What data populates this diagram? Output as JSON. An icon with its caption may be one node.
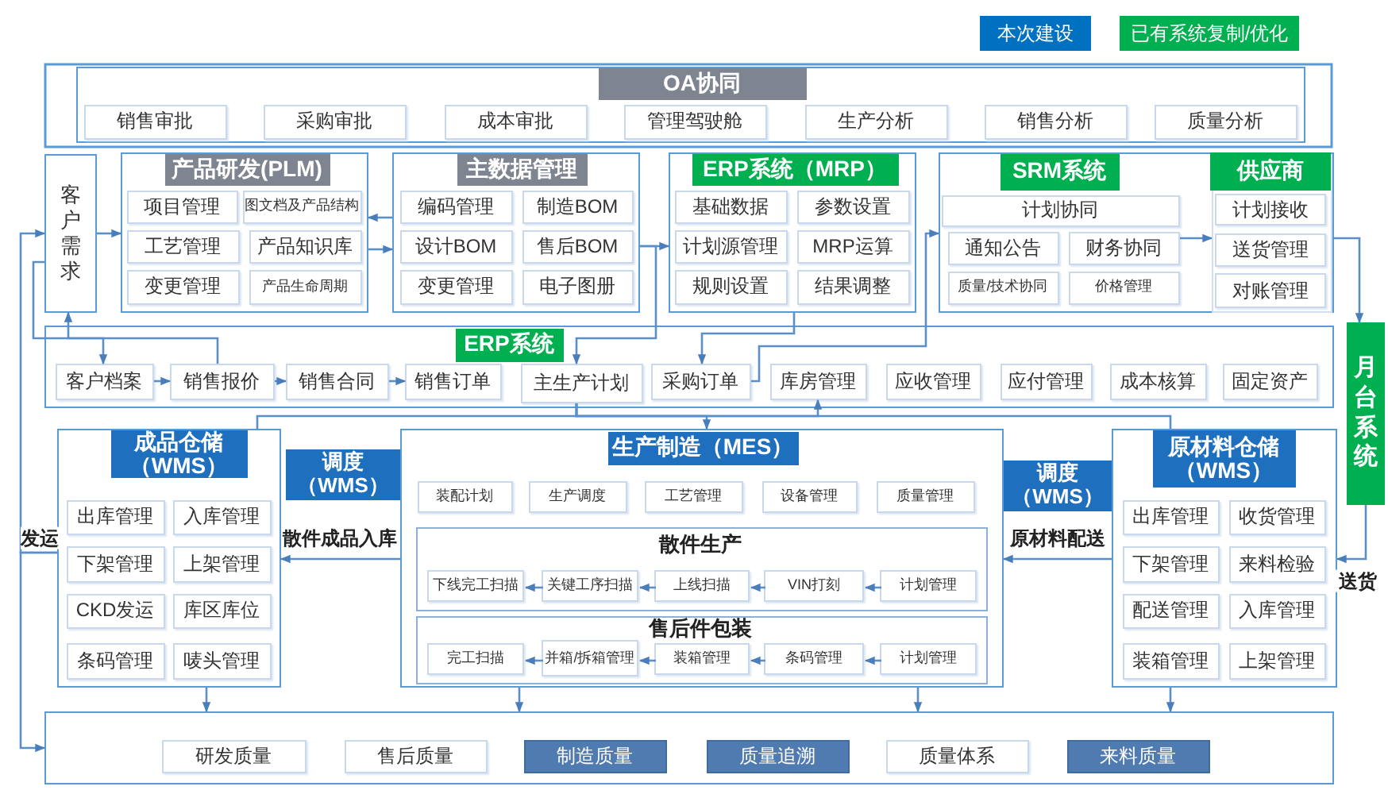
{
  "diagram": {
    "nodes": [
      {
        "text": [
          "OA协同"
        ]
      },
      {
        "text": [
          "销售审批"
        ],
        "in": 0
      },
      {
        "text": [
          "采购审批"
        ],
        "in": 0
      },
      {
        "text": [
          "成本审批"
        ],
        "in": 0
      },
      {
        "text": [
          "管理驾驶舱"
        ],
        "in": 0
      },
      {
        "text": [
          "生产分析"
        ],
        "in": 0
      },
      {
        "text": [
          "销售分析"
        ],
        "in": 0
      },
      {
        "text": [
          "质量分析"
        ],
        "in": 0
      },
      {
        "text": [
          "客户需求"
        ]
      },
      {
        "text": [
          "产品研发(PLM)"
        ]
      },
      {
        "text": [
          "项目管理"
        ],
        "in": 9
      },
      {
        "text": [
          "图文档及产品结构"
        ],
        "in": 9
      },
      {
        "text": [
          "工艺管理"
        ],
        "in": 9
      },
      {
        "text": [
          "产品知识库"
        ],
        "in": 9
      },
      {
        "text": [
          "变更管理"
        ],
        "in": 9
      },
      {
        "text": [
          "产品生命周期"
        ],
        "in": 9
      },
      {
        "text": [
          "主数据管理"
        ]
      },
      {
        "text": [
          "编码管理"
        ],
        "in": 16
      },
      {
        "text": [
          "制造BOM"
        ],
        "in": 16
      },
      {
        "text": [
          "设计BOM"
        ],
        "in": 16
      },
      {
        "text": [
          "售后BOM"
        ],
        "in": 16
      },
      {
        "text": [
          "变更管理"
        ],
        "in": 16
      },
      {
        "text": [
          "电子图册"
        ],
        "in": 16
      },
      {
        "text": [
          "ERP系统（MRP）"
        ]
      },
      {
        "text": [
          "基础数据"
        ],
        "in": 23
      },
      {
        "text": [
          "参数设置"
        ],
        "in": 23
      },
      {
        "text": [
          "计划源管理"
        ],
        "in": 23
      },
      {
        "text": [
          "MRP运算"
        ],
        "in": 23
      },
      {
        "text": [
          "规则设置"
        ],
        "in": 23
      },
      {
        "text": [
          "结果调整"
        ],
        "in": 23
      },
      {
        "text": [
          "SRM系统"
        ]
      },
      {
        "text": [
          "计划协同"
        ],
        "in": 30
      },
      {
        "text": [
          "通知公告"
        ],
        "in": 30
      },
      {
        "text": [
          "财务协同"
        ],
        "in": 30
      },
      {
        "text": [
          "质量/技术协同"
        ],
        "in": 30
      },
      {
        "text": [
          "价格管理"
        ],
        "in": 30
      },
      {
        "text": [
          "供应商"
        ],
        "in": 30
      },
      {
        "text": [
          "计划接收"
        ],
        "in": 36
      },
      {
        "text": [
          "送货管理"
        ],
        "in": 36
      },
      {
        "text": [
          "对账管理"
        ],
        "in": 36
      },
      {
        "text": [
          "月台系统"
        ]
      },
      {
        "text": [
          "ERP系统"
        ]
      },
      {
        "text": [
          "客户档案"
        ],
        "in": 41
      },
      {
        "text": [
          "销售报价"
        ],
        "in": 41
      },
      {
        "text": [
          "销售合同"
        ],
        "in": 41
      },
      {
        "text": [
          "销售订单"
        ],
        "in": 41
      },
      {
        "text": [
          "主生产计划"
        ],
        "in": 41
      },
      {
        "text": [
          "采购订单"
        ],
        "in": 41
      },
      {
        "text": [
          "库房管理"
        ],
        "in": 41
      },
      {
        "text": [
          "应收管理"
        ],
        "in": 41
      },
      {
        "text": [
          "应付管理"
        ],
        "in": 41
      },
      {
        "text": [
          "成本核算"
        ],
        "in": 41
      },
      {
        "text": [
          "固定资产"
        ],
        "in": 41
      },
      {
        "text": [
          "成品仓储（WMS）"
        ]
      },
      {
        "text": [
          "出库管理"
        ],
        "in": 53
      },
      {
        "text": [
          "入库管理"
        ],
        "in": 53
      },
      {
        "text": [
          "下架管理"
        ],
        "in": 53
      },
      {
        "text": [
          "上架管理"
        ],
        "in": 53
      },
      {
        "text": [
          "CKD发运"
        ],
        "in": 53
      },
      {
        "text": [
          "库区库位"
        ],
        "in": 53
      },
      {
        "text": [
          "条码管理"
        ],
        "in": 53
      },
      {
        "text": [
          "唛头管理"
        ],
        "in": 53
      },
      {
        "text": [
          "调度（WMS）"
        ]
      },
      {
        "text": [
          "生产制造（MES）"
        ]
      },
      {
        "text": [
          "装配计划"
        ],
        "in": 63
      },
      {
        "text": [
          "生产调度"
        ],
        "in": 63
      },
      {
        "text": [
          "工艺管理"
        ],
        "in": 63
      },
      {
        "text": [
          "设备管理"
        ],
        "in": 63
      },
      {
        "text": [
          "质量管理"
        ],
        "in": 63
      },
      {
        "text": [
          "散件生产"
        ],
        "in": 63
      },
      {
        "text": [
          "下线完工扫描"
        ],
        "in": 69
      },
      {
        "text": [
          "关键工序扫描"
        ],
        "in": 69
      },
      {
        "text": [
          "上线扫描"
        ],
        "in": 69
      },
      {
        "text": [
          "VIN打刻"
        ],
        "in": 69
      },
      {
        "text": [
          "计划管理"
        ],
        "in": 69
      },
      {
        "text": [
          "售后件包装"
        ],
        "in": 63
      },
      {
        "text": [
          "完工扫描"
        ],
        "in": 75
      },
      {
        "text": [
          "并箱/拆箱管理"
        ],
        "in": 75
      },
      {
        "text": [
          "装箱管理"
        ],
        "in": 75
      },
      {
        "text": [
          "条码管理"
        ],
        "in": 75
      },
      {
        "text": [
          "计划管理"
        ],
        "in": 75
      },
      {
        "text": [
          "调度（WMS）"
        ]
      },
      {
        "text": [
          "原材料仓储（WMS）"
        ]
      },
      {
        "text": [
          "出库管理"
        ],
        "in": 82
      },
      {
        "text": [
          "收货管理"
        ],
        "in": 82
      },
      {
        "text": [
          "下架管理"
        ],
        "in": 82
      },
      {
        "text": [
          "来料检验"
        ],
        "in": 82
      },
      {
        "text": [
          "配送管理"
        ],
        "in": 82
      },
      {
        "text": [
          "入库管理"
        ],
        "in": 82
      },
      {
        "text": [
          "装箱管理"
        ],
        "in": 82
      },
      {
        "text": [
          "上架管理"
        ],
        "in": 82
      },
      {
        "text": [],
        "shape": "box"
      },
      {
        "text": [
          "研发质量"
        ],
        "in": 91
      },
      {
        "text": [
          "售后质量"
        ],
        "in": 91
      },
      {
        "text": [
          "制造质量"
        ],
        "in": 91
      },
      {
        "text": [
          "质量追溯"
        ],
        "in": 91
      },
      {
        "text": [
          "质量体系"
        ],
        "in": 91
      },
      {
        "text": [
          "来料质量"
        ],
        "in": 91
      }
    ],
    "edges": [
      {
        "from": 8,
        "to": 9,
        "arrow": "to"
      },
      {
        "from": 16,
        "to": 9,
        "arrow": "to"
      },
      {
        "from": 9,
        "to": 16,
        "arrow": "to"
      },
      {
        "from": 16,
        "to": 23,
        "arrow": "to"
      },
      {
        "from": 16,
        "to": 46,
        "arrow": "to"
      },
      {
        "from": 23,
        "to": 47,
        "arrow": "to"
      },
      {
        "from": 47,
        "to": 30,
        "arrow": "to"
      },
      {
        "from": 33,
        "to": 36,
        "arrow": "to"
      },
      {
        "from": 36,
        "to": 40,
        "arrow": "to"
      },
      {
        "from": 40,
        "to": 82,
        "arrow": "to",
        "label": "送货"
      },
      {
        "from": 8,
        "to": 42,
        "arrow": "to"
      },
      {
        "from": 43,
        "to": 8,
        "arrow": "to"
      },
      {
        "from": 42,
        "to": 43,
        "arrow": "to"
      },
      {
        "from": 43,
        "to": 44,
        "arrow": "to"
      },
      {
        "from": 44,
        "to": 45,
        "arrow": "to"
      },
      {
        "from": 46,
        "to": 63,
        "arrow": "to"
      },
      {
        "from": 46,
        "to": 48,
        "arrow": "to"
      },
      {
        "from": 46,
        "to": 53,
        "arrow": "none"
      },
      {
        "from": 46,
        "to": 82,
        "arrow": "none"
      },
      {
        "from": 53,
        "to": 8,
        "arrow": "to",
        "label": "发运"
      },
      {
        "from": 53,
        "to": 91,
        "arrow": "to"
      },
      {
        "from": 63,
        "to": 53,
        "arrow": "to",
        "label": "散件成品入库"
      },
      {
        "from": 82,
        "to": 63,
        "arrow": "to",
        "label": "原材料配送"
      },
      {
        "from": 74,
        "to": 73,
        "arrow": "to"
      },
      {
        "from": 73,
        "to": 72,
        "arrow": "to"
      },
      {
        "from": 72,
        "to": 71,
        "arrow": "to"
      },
      {
        "from": 71,
        "to": 70,
        "arrow": "to"
      },
      {
        "from": 80,
        "to": 79,
        "arrow": "to"
      },
      {
        "from": 79,
        "to": 78,
        "arrow": "to"
      },
      {
        "from": 78,
        "to": 77,
        "arrow": "to"
      },
      {
        "from": 77,
        "to": 76,
        "arrow": "to"
      },
      {
        "from": 63,
        "to": 91,
        "arrow": "to"
      },
      {
        "from": 63,
        "to": 91,
        "arrow": "to"
      },
      {
        "from": 82,
        "to": 91,
        "arrow": "to"
      },
      {
        "from": 53,
        "to": 91,
        "arrow": "to"
      }
    ],
    "legend": [
      {
        "text": "本次建设",
        "color": "#0070c0"
      },
      {
        "text": "已有系统复制/优化",
        "color": "#00b050"
      }
    ]
  }
}
